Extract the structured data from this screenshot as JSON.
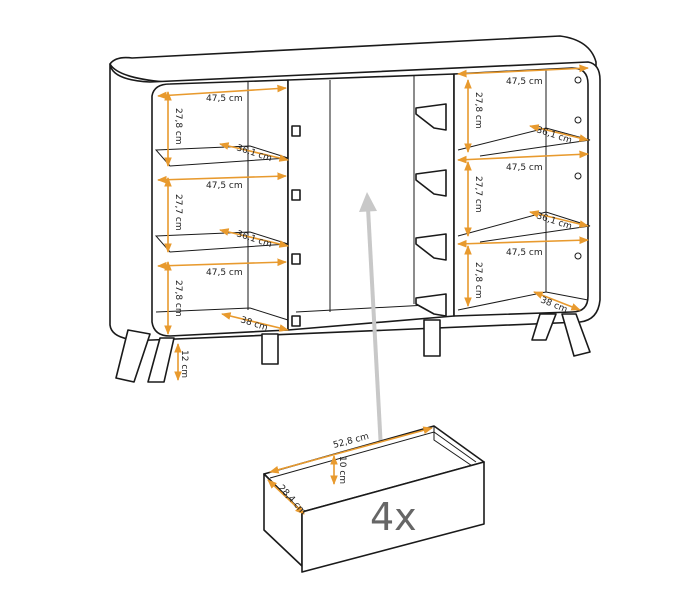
{
  "left_section": {
    "widths": [
      "47,5 cm",
      "47,5 cm",
      "47,5 cm"
    ],
    "heights": [
      "27,8 cm",
      "27,7 cm",
      "27,8 cm"
    ],
    "depths": [
      "36,1 cm",
      "36,1 cm",
      "38 cm"
    ]
  },
  "right_section": {
    "widths": [
      "47,5 cm",
      "47,5 cm",
      "47,5 cm"
    ],
    "heights": [
      "27,8 cm",
      "27,7 cm",
      "27,8 cm"
    ],
    "depths": [
      "36,1 cm",
      "36,1 cm",
      "38 cm"
    ]
  },
  "leg_clearance": "12 cm",
  "drawer": {
    "width": "52,8 cm",
    "depth": "28,4 cm",
    "height": "10 cm",
    "count": "4x"
  },
  "colors": {
    "dimension_line": "#e89a2e",
    "outline": "#1a1a1a",
    "pointer_arrow": "#c8c8c8"
  }
}
